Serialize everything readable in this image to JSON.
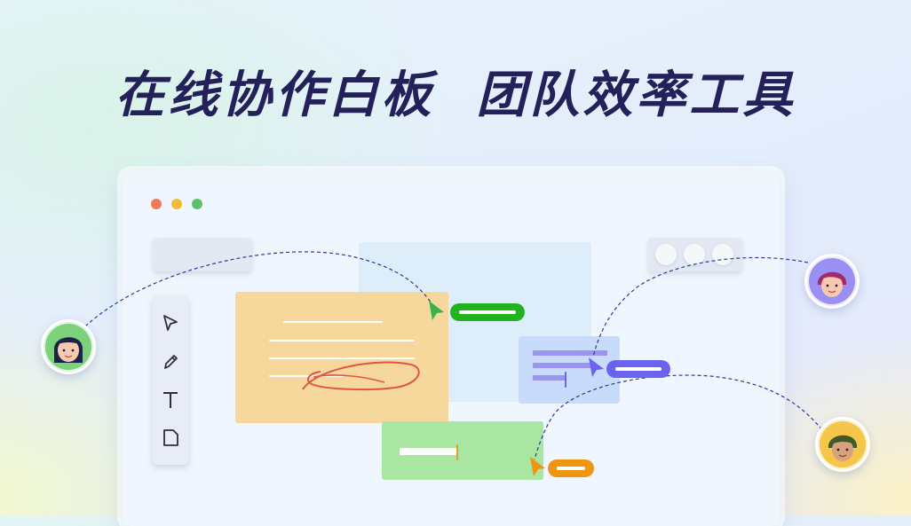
{
  "headline": "在线协作白板  团队效率工具",
  "window_controls": [
    "close",
    "minimize",
    "maximize"
  ],
  "toolbar": {
    "tools": [
      {
        "name": "select",
        "icon": "cursor-arrow-icon"
      },
      {
        "name": "pen",
        "icon": "pencil-icon"
      },
      {
        "name": "text",
        "icon": "text-T-icon"
      },
      {
        "name": "sticky-note",
        "icon": "note-page-icon"
      }
    ]
  },
  "collaborators": [
    {
      "name": "collaborator-left",
      "icon": "avatar-icon",
      "color": "#3bb24a"
    },
    {
      "name": "collaborator-top-right",
      "icon": "avatar-icon",
      "color": "#6b63f0"
    },
    {
      "name": "collaborator-bottom-right",
      "icon": "avatar-icon",
      "color": "#f0950f"
    }
  ],
  "colors": {
    "headline": "#23205a",
    "note_orange": "#f6d89d",
    "note_blue": "#c9dbfa",
    "note_green": "#a9e6a2",
    "cursor_green": "#3bb24a",
    "cursor_purple": "#6b63f0",
    "cursor_orange": "#f0950f",
    "scribble_red": "#e05545",
    "dashed_path": "#2a3a9a"
  }
}
